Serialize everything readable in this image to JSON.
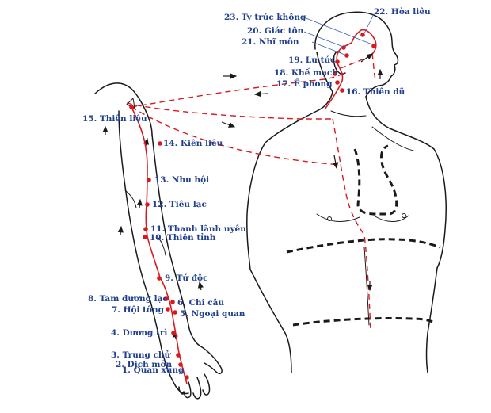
{
  "points": [
    {
      "id": "p1",
      "label": "1. Quan xung"
    },
    {
      "id": "p2",
      "label": "2. Dịch môn"
    },
    {
      "id": "p3",
      "label": "3. Trung chử"
    },
    {
      "id": "p4",
      "label": "4. Dương trì"
    },
    {
      "id": "p5",
      "label": "5. Ngoại quan"
    },
    {
      "id": "p6",
      "label": "6. Chi câu"
    },
    {
      "id": "p7",
      "label": "7. Hội tông"
    },
    {
      "id": "p8",
      "label": "8. Tam dương lạc"
    },
    {
      "id": "p9",
      "label": "9. Tứ độc"
    },
    {
      "id": "p10",
      "label": "10. Thiên tỉnh"
    },
    {
      "id": "p11",
      "label": "11. Thanh lãnh uyên"
    },
    {
      "id": "p12",
      "label": "12. Tiêu lạc"
    },
    {
      "id": "p13",
      "label": "13. Nhu hội"
    },
    {
      "id": "p14",
      "label": "14. Kiên liêu"
    },
    {
      "id": "p15",
      "label": "15. Thiên liêu"
    },
    {
      "id": "p16",
      "label": "16. Thiên dũ"
    },
    {
      "id": "p17",
      "label": "17. Ế phong"
    },
    {
      "id": "p18",
      "label": "18. Khế mạch"
    },
    {
      "id": "p19",
      "label": "19. Lư tức"
    },
    {
      "id": "p20",
      "label": "20. Giác tôn"
    },
    {
      "id": "p21",
      "label": "21. Nhĩ môn"
    },
    {
      "id": "p22",
      "label": "22. Hòa liêu"
    },
    {
      "id": "p23",
      "label": "23. Ty trúc không"
    }
  ],
  "colors": {
    "meridian": "#d8191f",
    "label": "#1f3f8f",
    "outline": "#1a1a1a"
  }
}
